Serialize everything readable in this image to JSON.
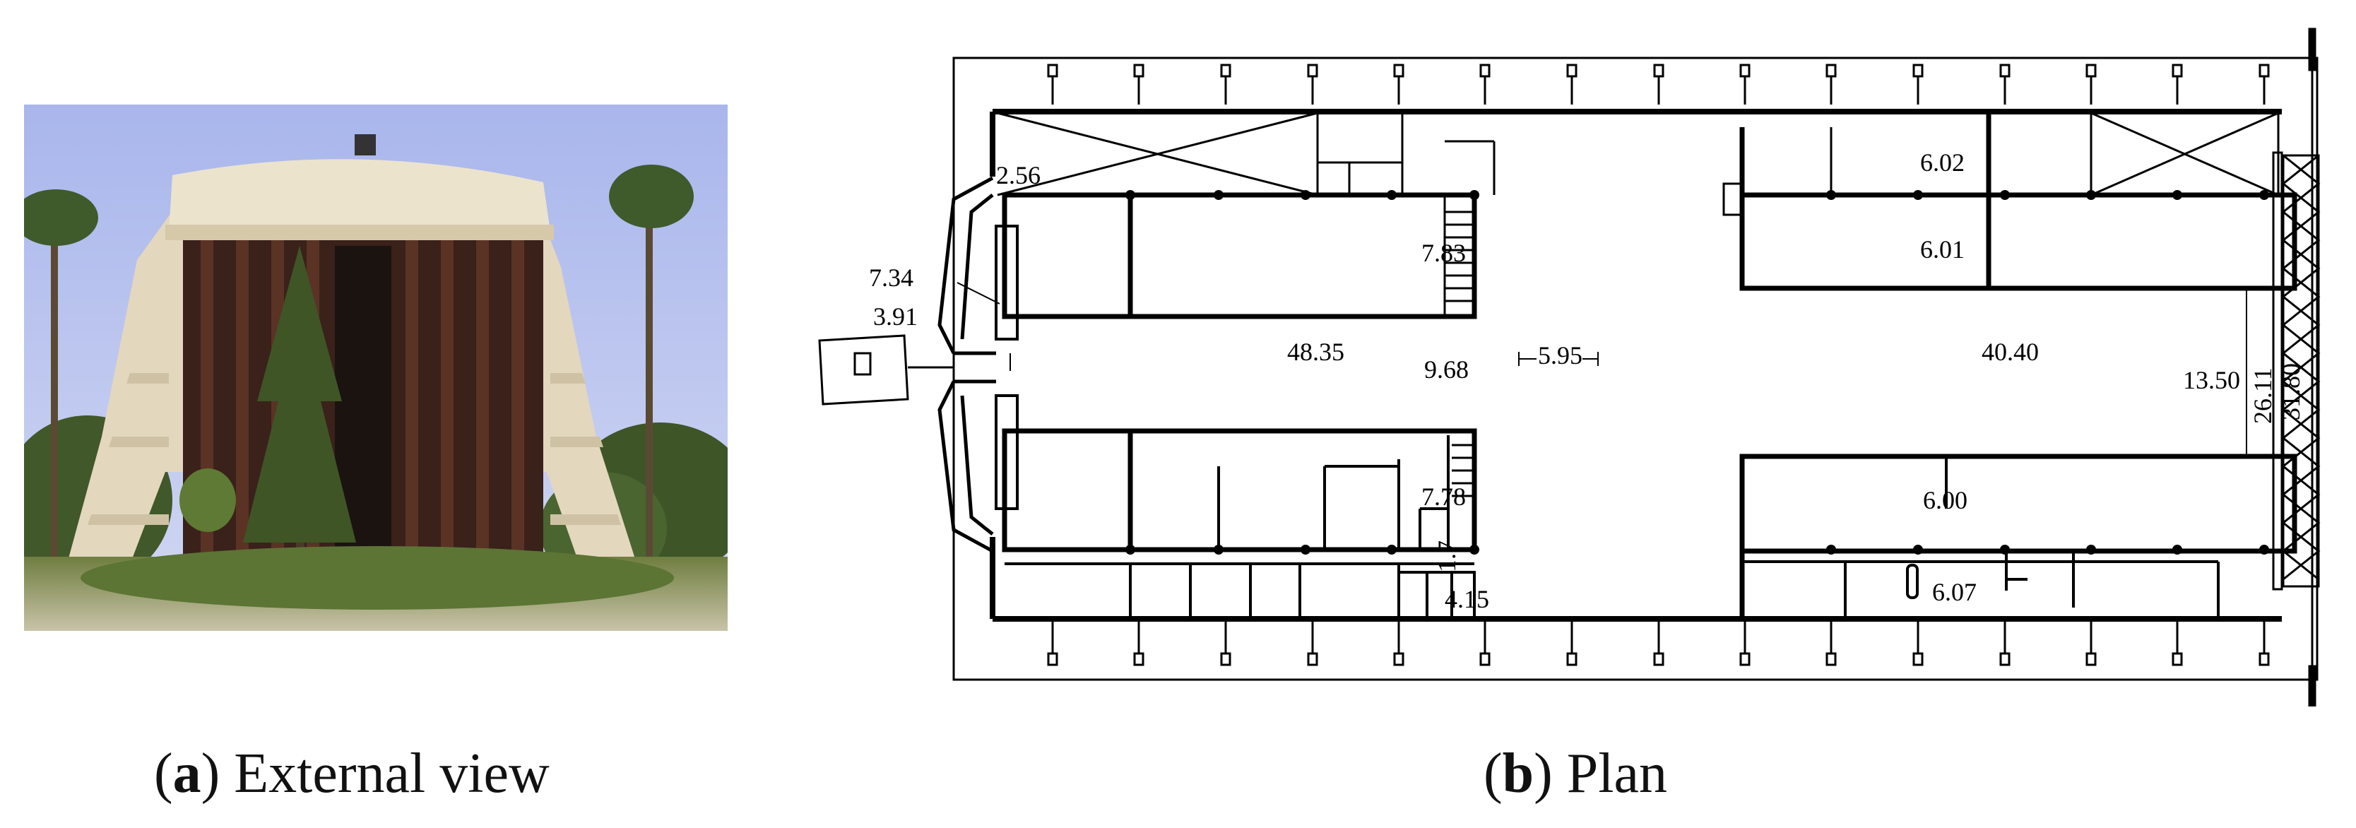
{
  "captions": {
    "a": {
      "letter": "a",
      "text": "External view"
    },
    "b": {
      "letter": "b",
      "text": "Plan"
    }
  },
  "plan": {
    "dimensions": {
      "d_2_56": "2.56",
      "d_7_34": "7.34",
      "d_3_91": "3.91",
      "d_7_83": "7.83",
      "d_48_35": "48.35",
      "d_9_68": "9.68",
      "d_5_95": "5.95",
      "d_40_40": "40.40",
      "d_6_02": "6.02",
      "d_6_01": "6.01",
      "d_13_50": "13.50",
      "d_26_11": "26.11",
      "d_31_80": "31.80",
      "d_7_78": "7.78",
      "d_1_7": "1.7",
      "d_4_15": "4.15",
      "d_6_00": "6.00",
      "d_6_07": "6.07"
    }
  },
  "colors": {
    "sky": "#b8c4ee",
    "concrete": "#e6dcc4",
    "dark_facade": "#3a211a",
    "vegetation": "#4f6b2e",
    "line": "#000000"
  }
}
